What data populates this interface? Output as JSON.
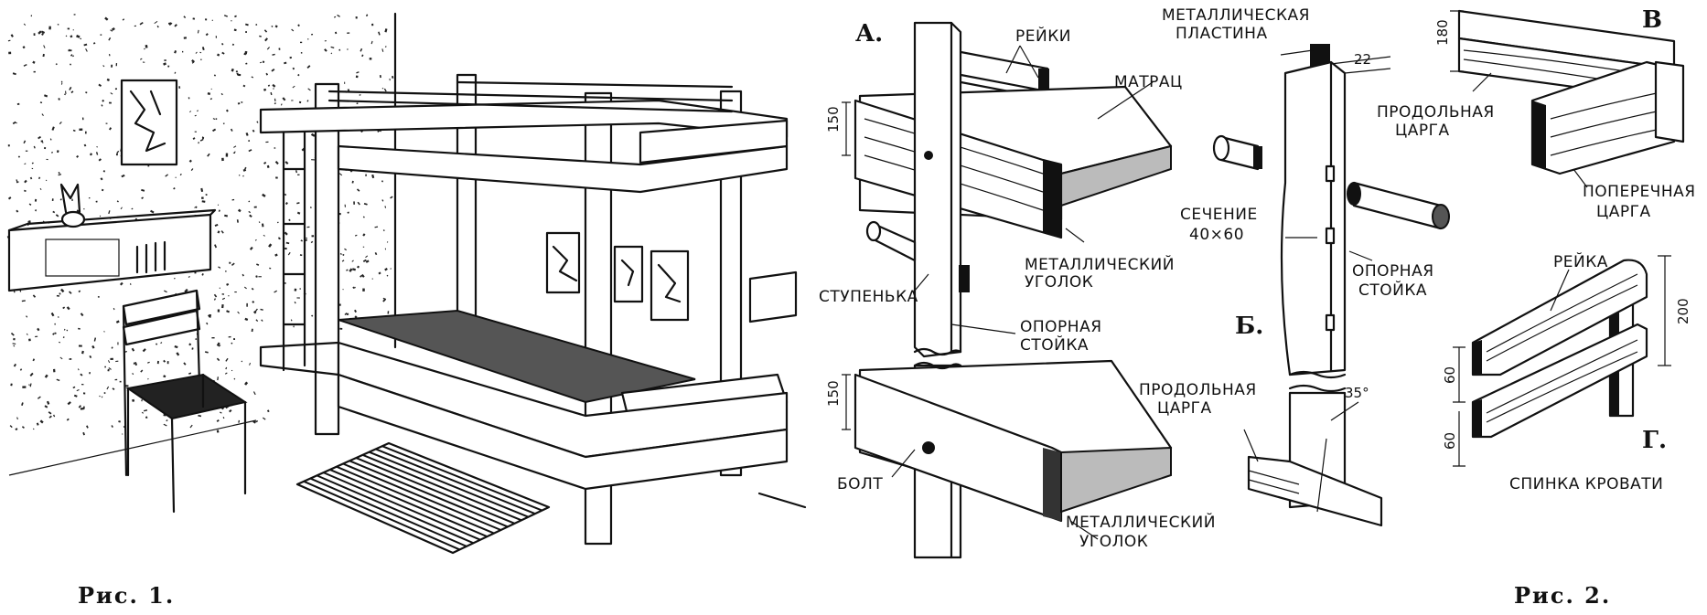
{
  "figure1": {
    "caption": "Рис. 1."
  },
  "figure2": {
    "caption": "Рис. 2.",
    "panels": {
      "a": "А.",
      "b": "Б.",
      "v": "В",
      "g": "Г."
    },
    "labels": {
      "reiki": "РЕЙКИ",
      "matrats": "МАТРАЦ",
      "metal_ugolok_top_1": "МЕТАЛЛИЧЕСКИЙ",
      "metal_ugolok_top_2": "УГОЛОК",
      "stupenka": "СТУПЕНЬКА",
      "opornaya_stoika_a_1": "ОПОРНАЯ",
      "opornaya_stoika_a_2": "СТОЙКА",
      "bolt": "БОЛТ",
      "metal_ugolok_bottom_1": "МЕТАЛЛИЧЕСКИЙ",
      "metal_ugolok_bottom_2": "УГОЛОК",
      "metal_plastina_1": "МЕТАЛЛИЧЕСКАЯ",
      "metal_plastina_2": "ПЛАСТИНА",
      "sechenie_1": "СЕЧЕНИЕ",
      "sechenie_2": "40×60",
      "opornaya_stoika_b_1": "ОПОРНАЯ",
      "opornaya_stoika_b_2": "СТОЙКА",
      "prodolnaya_b_1": "ПРОДОЛЬНАЯ",
      "prodolnaya_b_2": "ЦАРГА",
      "prodolnaya_v_1": "ПРОДОЛЬНАЯ",
      "prodolnaya_v_2": "ЦАРГА",
      "poperechnaya_1": "ПОПЕРЕЧНАЯ",
      "poperechnaya_2": "ЦАРГА",
      "reika": "РЕЙКА",
      "spinka": "СПИНКА КРОВАТИ"
    },
    "dimensions": {
      "a_top": "150",
      "a_bottom": "150",
      "b_plate": "22",
      "b_angle": "35°",
      "v_height": "180",
      "g_total": "200",
      "g_upper": "60",
      "g_lower": "60"
    }
  }
}
